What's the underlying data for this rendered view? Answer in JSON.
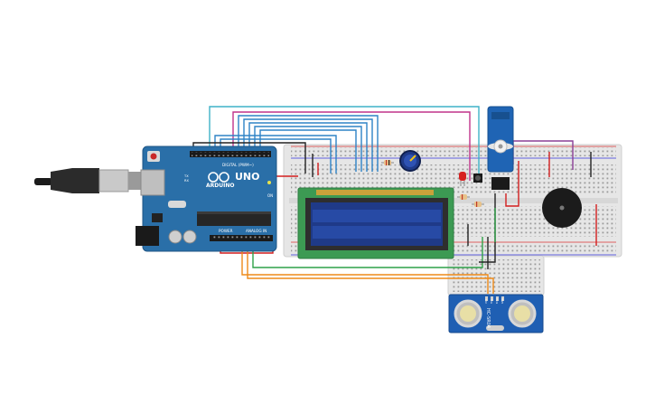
{
  "arduino": {
    "brand": "ARDUINO",
    "model": "UNO",
    "digital_label": "DIGITAL (PWM~)",
    "power_label": "POWER",
    "analog_label": "ANALOG IN",
    "on_label": "ON",
    "tx_label": "TX",
    "rx_label": "RX"
  },
  "sensor": {
    "model": "HC-SR04",
    "pins": [
      "VCC",
      "Trig",
      "Echo",
      "GND"
    ]
  },
  "colors": {
    "board": "#2a6fa8",
    "board_dark": "#1f5585",
    "breadboard": "#e9e9e9",
    "lcd_pcb": "#3c9a53",
    "lcd_screen": "#1f3a88",
    "wire_cyan": "#3fb2c8",
    "wire_magenta": "#c0338a",
    "wire_blue": "#2e83c6",
    "wire_orange": "#ee8a19",
    "wire_green": "#2fa148",
    "wire_black": "#222222",
    "wire_red": "#d31f1f",
    "wire_purple": "#8a3f96",
    "servo": "#1f64b4",
    "led": "#d62020"
  },
  "icons": [
    "usb-cable-icon",
    "potentiometer-icon",
    "push-button-icon",
    "led-icon",
    "servo-icon",
    "buzzer-icon"
  ]
}
